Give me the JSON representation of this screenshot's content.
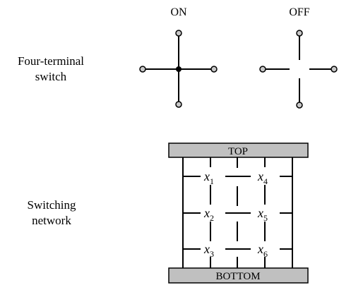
{
  "switch_section": {
    "label_line1": "Four-terminal",
    "label_line2": "switch",
    "on_label": "ON",
    "off_label": "OFF"
  },
  "network_section": {
    "label_line1": "Switching",
    "label_line2": "network",
    "top_label": "TOP",
    "bottom_label": "BOTTOM",
    "switches": [
      {
        "var": "x",
        "sub": "1"
      },
      {
        "var": "x",
        "sub": "4"
      },
      {
        "var": "x",
        "sub": "2"
      },
      {
        "var": "x",
        "sub": "5"
      },
      {
        "var": "x",
        "sub": "3"
      },
      {
        "var": "x",
        "sub": "6"
      }
    ]
  },
  "colors": {
    "line": "#000000",
    "terminal_fill": "#c8c8c8",
    "bar_fill": "#c0c0c0"
  }
}
